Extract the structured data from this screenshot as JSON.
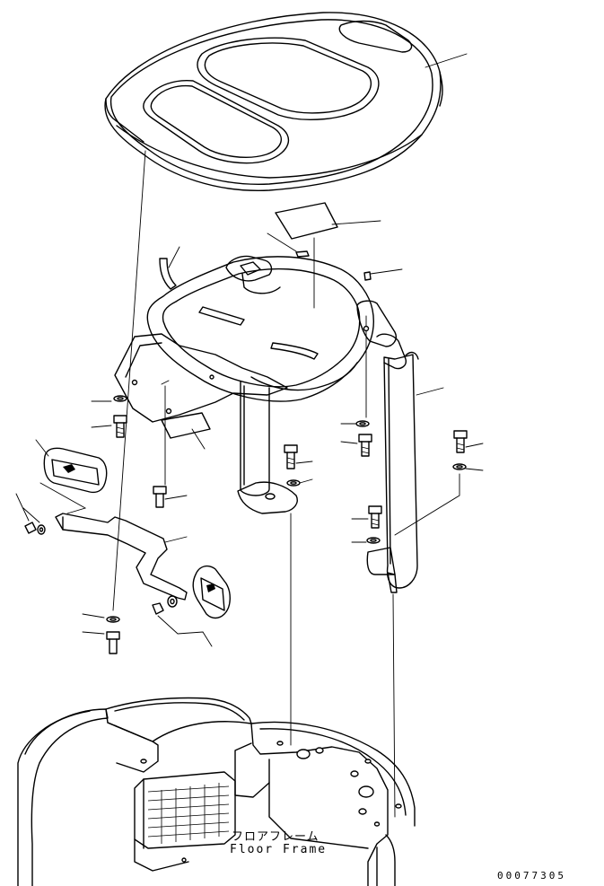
{
  "labels": {
    "floor_frame_jp": "フロアフレーム",
    "floor_frame_en": "Floor Frame",
    "drawing_number": "00077305"
  },
  "colors": {
    "line": "#000000",
    "background": "#ffffff"
  },
  "icons": [
    "canopy-roof-icon",
    "roll-bar-frame-icon",
    "mirror-icon",
    "bolt-icon",
    "washer-icon",
    "floor-frame-icon"
  ]
}
